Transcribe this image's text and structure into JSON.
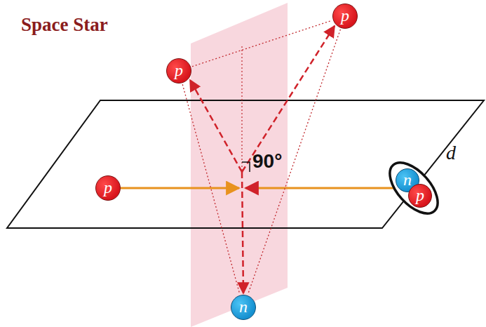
{
  "diagram": {
    "title": "Space Star",
    "nodes": [
      {
        "text": [
          "p"
        ]
      },
      {
        "text": [
          "p"
        ]
      },
      {
        "text": [
          "p"
        ]
      },
      {
        "text": [
          "d"
        ]
      },
      {
        "text": [
          "n"
        ],
        "in": 3
      },
      {
        "text": [
          "p"
        ],
        "in": 3
      },
      {
        "text": [
          "n"
        ]
      }
    ],
    "edges": [
      {
        "from": 1,
        "to": 0,
        "arrow": "none"
      },
      {
        "from": 1,
        "to": 6,
        "arrow": "none"
      },
      {
        "from": 0,
        "to": 6,
        "arrow": "none"
      }
    ],
    "labels": [
      "90°"
    ]
  }
}
